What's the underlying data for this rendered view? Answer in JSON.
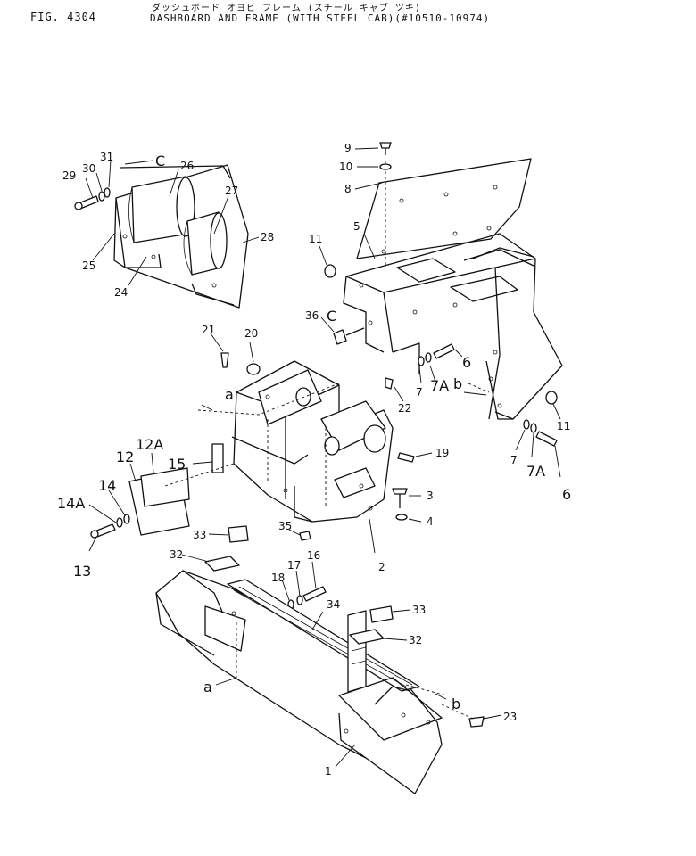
{
  "header": {
    "figure": "FIG. 4304",
    "title_jp": "ダッシュボード オヨビ フレーム (スチール キャブ ツキ)",
    "title_en": "DASHBOARD AND FRAME (WITH STEEL CAB)(#10510-10974)"
  },
  "callouts": {
    "c1": "1",
    "c2": "2",
    "c3": "3",
    "c4": "4",
    "c5": "5",
    "c6a": "6",
    "c6b": "6",
    "c7a": "7",
    "c7b": "7",
    "c7Aa": "7A",
    "c7Ab": "7A",
    "c8": "8",
    "c9": "9",
    "c10": "10",
    "c11a": "11",
    "c11b": "11",
    "c12": "12",
    "c12A": "12A",
    "c13": "13",
    "c14": "14",
    "c14A": "14A",
    "c15": "15",
    "c16": "16",
    "c17": "17",
    "c18": "18",
    "c19": "19",
    "c20": "20",
    "c21": "21",
    "c22": "22",
    "c23": "23",
    "c24": "24",
    "c25": "25",
    "c26": "26",
    "c27": "27",
    "c28": "28",
    "c29": "29",
    "c30": "30",
    "c31": "31",
    "c32a": "32",
    "c32b": "32",
    "c33a": "33",
    "c33b": "33",
    "c34": "34",
    "c35": "35",
    "c36": "36",
    "ref_a1": "a",
    "ref_a2": "a",
    "ref_b1": "b",
    "ref_b2": "b",
    "ref_C1": "C",
    "ref_C2": "C"
  }
}
